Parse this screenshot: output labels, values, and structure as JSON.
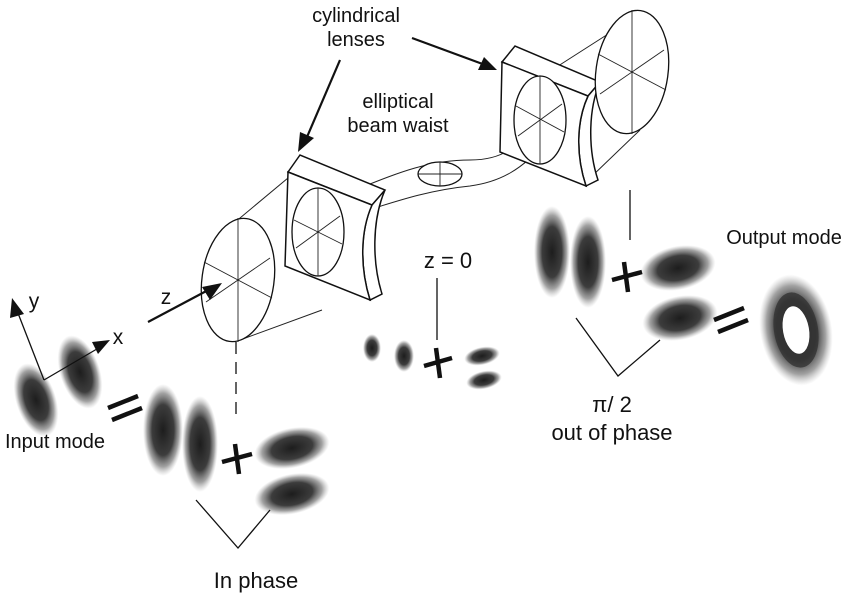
{
  "labels": {
    "cylindrical_lenses_line1": "cylindrical",
    "cylindrical_lenses_line2": "lenses",
    "beam_waist_line1": "elliptical",
    "beam_waist_line2": "beam waist",
    "z_zero": "z = 0",
    "output_mode": "Output  mode",
    "input_mode": "Input mode",
    "in_phase": "In phase",
    "pi_half": "π/ 2",
    "out_of_phase": "out of phase",
    "axis_z": "z",
    "axis_y": "y",
    "axis_x": "x"
  },
  "colors": {
    "ink": "#111111",
    "mode_dark": "#1a1a1a",
    "background": "#ffffff"
  }
}
